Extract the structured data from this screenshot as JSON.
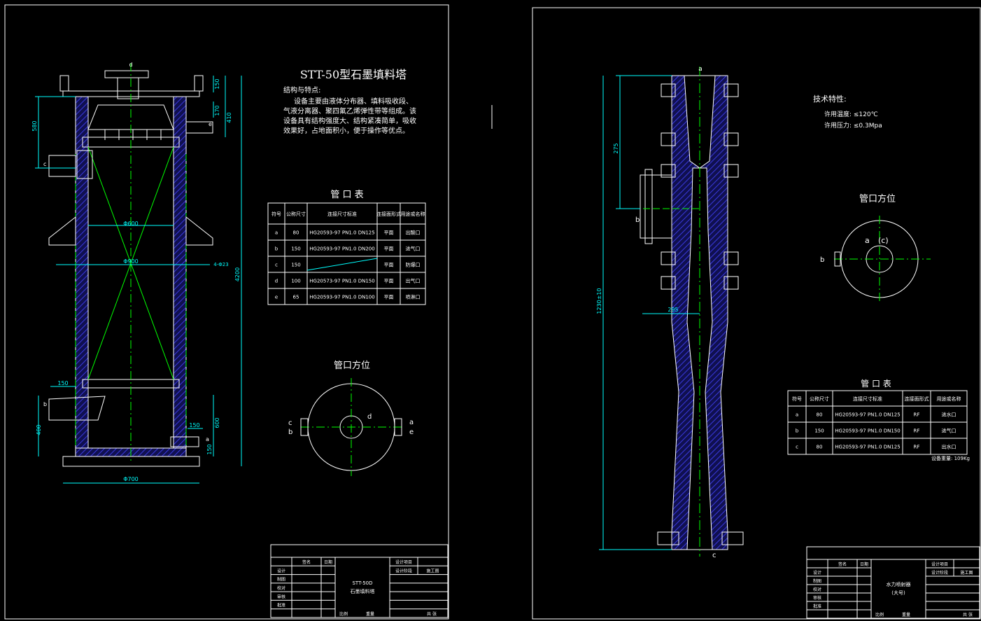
{
  "left_sheet": {
    "title": "STT-50型石墨填料塔",
    "features_heading": "结构与特点:",
    "features_lines": [
      "设备主要由液体分布器、填料吸收段、",
      "气液分离器、聚四氟乙烯弹性带等组成。该",
      "设备具有结构强度大、结构紧凑简单，吸收",
      "效果好，占地面积小，便于操作等优点。"
    ],
    "nozzle_table": {
      "title": "管 口 表",
      "headers": [
        "符号",
        "公称尺寸",
        "连接尺寸标准",
        "连接面形式",
        "用途或名称"
      ],
      "rows": [
        [
          "a",
          "80",
          "HG20593-97 PN1.0 DN125",
          "平面",
          "出酸口"
        ],
        [
          "b",
          "150",
          "HG20593-97 PN1.0 DN200",
          "平面",
          "进气口"
        ],
        [
          "c",
          "150",
          "",
          "平面",
          "防爆口"
        ],
        [
          "d",
          "100",
          "HG20573-97 PN1.0 DN150",
          "平面",
          "出气口"
        ],
        [
          "e",
          "65",
          "HG20593-97 PN1.0 DN100",
          "平面",
          "喷淋口"
        ]
      ]
    },
    "orientation_title": "管口方位",
    "orientation_labels": {
      "c": "c",
      "b": "b",
      "d": "d",
      "a": "a",
      "e": "e"
    },
    "dims": {
      "d600": "Φ600",
      "d900": "Φ900",
      "base": "Φ700",
      "h4200": "4200",
      "h580": "580",
      "h150t": "150",
      "h170": "170",
      "h410": "410",
      "h400": "400",
      "h600": "600",
      "h150b": "150",
      "w150a": "150",
      "w150b": "150",
      "bolt": "4-Φ23"
    },
    "nozzle_marks": {
      "a": "a",
      "b": "b",
      "c": "c",
      "d": "d",
      "e": "e"
    },
    "title_block": {
      "name1": "STT-50D",
      "name2": "石墨填料塔",
      "rows": [
        "设计",
        "制图",
        "校对",
        "审核",
        "批准"
      ],
      "cols": [
        "签名",
        "日期"
      ],
      "right": [
        "设计项目",
        "设计阶段",
        "施工图"
      ],
      "bottom": [
        "比例",
        "重量",
        "共 张"
      ]
    }
  },
  "right_sheet": {
    "tech_heading": "技术特性:",
    "tech_lines": [
      "许用温度: ≤120℃",
      "许用压力: ≤0.3Mpa"
    ],
    "orientation_title": "管口方位",
    "orientation_labels": {
      "a": "a",
      "c": "(c)",
      "b": "b"
    },
    "nozzle_table": {
      "title": "管 口 表",
      "headers": [
        "符号",
        "公称尺寸",
        "连接尺寸标准",
        "连接面形式",
        "用途或名称"
      ],
      "rows": [
        [
          "a",
          "80",
          "HG20593-97 PN1.0 DN125",
          "RF",
          "进水口"
        ],
        [
          "b",
          "150",
          "HG20593-97 PN1.0 DN150",
          "RF",
          "进气口"
        ],
        [
          "c",
          "80",
          "HG20593-97 PN1.0 DN125",
          "RF",
          "出水口"
        ]
      ],
      "weight_note": "设备重量: 109Kg"
    },
    "dims": {
      "h275": "275",
      "h1230": "1230±10",
      "w295": "295"
    },
    "nozzle_marks": {
      "a": "a",
      "b": "b",
      "c": "c"
    },
    "title_block": {
      "name1": "水力喷射器",
      "name2": "(大号)",
      "rows": [
        "设计",
        "制图",
        "校对",
        "审核",
        "批准"
      ],
      "cols": [
        "签名",
        "日期"
      ],
      "right": [
        "设计项目",
        "设计阶段",
        "施工图"
      ],
      "bottom": [
        "比例",
        "重量",
        "共 张"
      ]
    }
  },
  "colors": {
    "background": "#000000",
    "outline": "#ffffff",
    "dimension": "#00ffff",
    "centerline": "#00ff00",
    "wall_hatch": "#2020c0",
    "text": "#ffffff"
  }
}
